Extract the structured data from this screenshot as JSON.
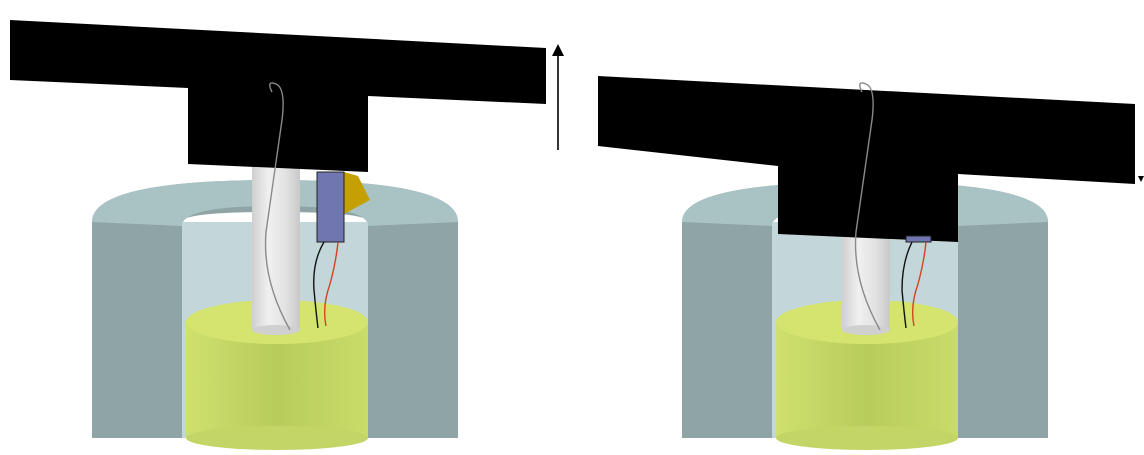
{
  "panels": [
    {
      "id": "left",
      "bar_motion": "up",
      "sensor_block": "extended",
      "wedge_visible": true
    },
    {
      "id": "right",
      "bar_motion": "down",
      "sensor_block": "compressed",
      "wedge_visible": false
    }
  ],
  "colors": {
    "bar": "#000000",
    "housing_side": "#8fa5a5",
    "housing_top": "#a9c2c4",
    "housing_inner": "#b8d0d4",
    "rod": "#e0e0e0",
    "rod_top": "#f2f2f2",
    "base_side": "#c5d96a",
    "base_top": "#d4e46e",
    "sensor": "#7077b0",
    "wedge": "#c4a000",
    "wire_black": "#111111",
    "wire_red": "#d6421e",
    "wire_thin": "#8a8a8a"
  },
  "icons": {
    "up_arrow": "arrow-up-icon",
    "down_arrow": "arrow-down-icon"
  }
}
